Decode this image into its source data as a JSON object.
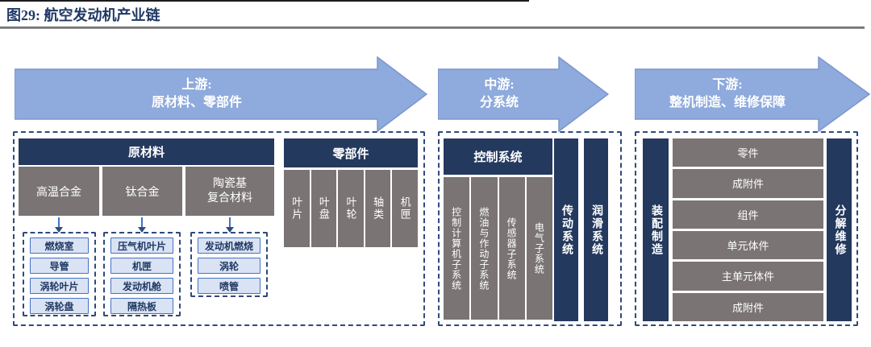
{
  "title": "图29:  航空发动机产业链",
  "colors": {
    "navy": "#24395E",
    "gray_box": "#7A7475",
    "arrow_fill": "#8FAADC",
    "arrow_border": "#7B96CE",
    "light_box_fill": "#DAE3F3",
    "light_box_border": "#4472C4",
    "dashed_border": "#30497C",
    "title_text": "#1F3864"
  },
  "arrows": {
    "upstream": {
      "line1": "上游:",
      "line2": "原材料、零部件"
    },
    "midstream": {
      "line1": "中游:",
      "line2": "分系统"
    },
    "downstream": {
      "line1": "下游:",
      "line2": "整机制造、维修保障"
    }
  },
  "upstream": {
    "raw_materials": {
      "header": "原材料",
      "categories": [
        {
          "label": "高温合金",
          "children": [
            "燃烧室",
            "导管",
            "涡轮叶片",
            "涡轮盘"
          ]
        },
        {
          "label": "钛合金",
          "children": [
            "压气机叶片",
            "机匣",
            "发动机舱",
            "隔热板"
          ]
        },
        {
          "label": "陶瓷基\n复合材料",
          "children": [
            "发动机燃烧",
            "涡轮",
            "喷管"
          ]
        }
      ]
    },
    "components": {
      "header": "零部件",
      "items": [
        "叶片",
        "叶盘",
        "叶轮",
        "轴类",
        "机匣"
      ]
    }
  },
  "midstream": {
    "control": {
      "header": "控制系统",
      "columns": [
        "控制计算机子系统",
        "燃油与作动子系统",
        "传感器子系统",
        "电气子系统"
      ]
    },
    "transmission": "传动系统",
    "lubrication": "润滑系统"
  },
  "downstream": {
    "assembly": "装配制造",
    "stack": [
      "零件",
      "成附件",
      "组件",
      "单元体件",
      "主单元体件",
      "成附件"
    ],
    "maintenance": "分解维修"
  }
}
